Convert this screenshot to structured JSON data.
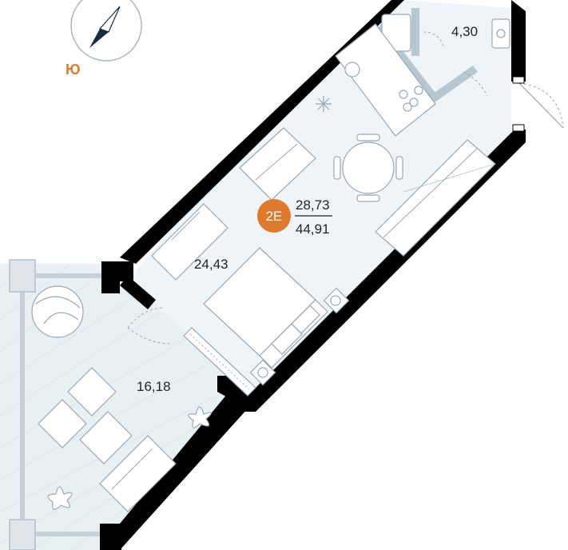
{
  "compass": {
    "letter": "Ю",
    "icon": "compass-icon"
  },
  "badge": {
    "code": "2E",
    "color": "#e07a2b"
  },
  "totals": {
    "living_area": "28,73",
    "total_area": "44,91"
  },
  "rooms": {
    "bathroom_area": "4,30",
    "main_room_area": "24,43",
    "terrace_area": "16,18"
  },
  "colors": {
    "wall": "#000000",
    "floor": "#eef4f7",
    "accent": "#e07a2b",
    "furniture_stroke": "#9aa8b2"
  }
}
